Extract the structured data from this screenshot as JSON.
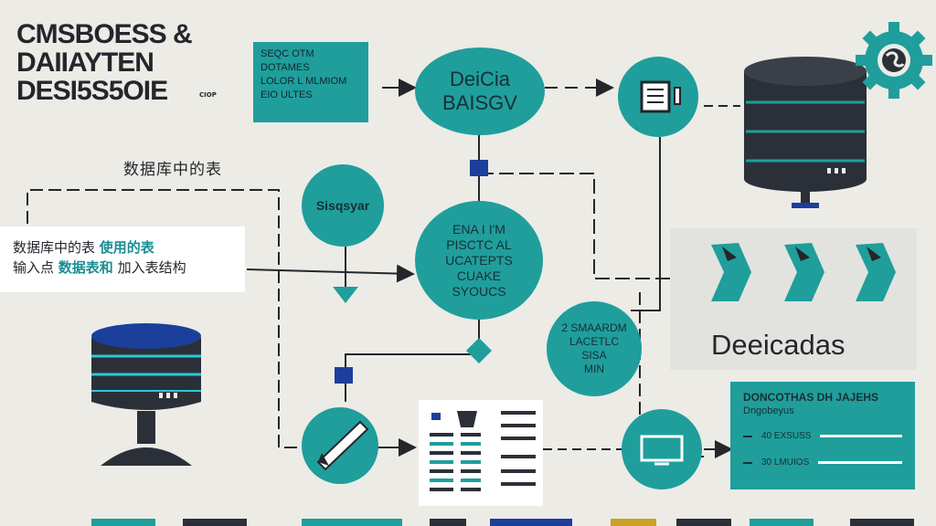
{
  "title": {
    "line1": "CMSBOESS & ",
    "line2": "DAIIAYTEN",
    "line3": "DESI5S5OIE"
  },
  "tiny_label": "CIOP",
  "legend": {
    "items": [
      "SEQC    OTM",
      "          DOTAMES",
      "LOLOR   L MLMIOM",
      "EIO  ULTES"
    ]
  },
  "node_top": {
    "line1": "DeiCia",
    "line2": "BAISGV"
  },
  "node_left": "Sisqsyar",
  "node_center": {
    "lines": [
      "ENA I I'M",
      "PISCTC AL",
      "UCATEPTS",
      "CUAKE",
      "SYOUCS"
    ]
  },
  "node_mid_right": {
    "lines": [
      "2 SMAARDM",
      "LACETLC",
      "SISA",
      "MIN"
    ]
  },
  "cn_label": "数据库中的表",
  "cn_panel": {
    "line1a": "数据库中的表",
    "line1b": "使用的表",
    "line2a": "输入点",
    "line2b": "数据表和",
    "line2c": "加入表结构"
  },
  "dest_label": "Deeicadas",
  "info_box": {
    "title": "DONCOTHAS  DH JAJEHS",
    "subtitle": "Dngobeyus",
    "rows": [
      "40    EXSUSS",
      "30    LMUIOS"
    ]
  },
  "colors": {
    "teal": "#1f9e9c",
    "dark": "#2b3038",
    "navy": "#1c3f9c",
    "background": "#ecebe6"
  }
}
